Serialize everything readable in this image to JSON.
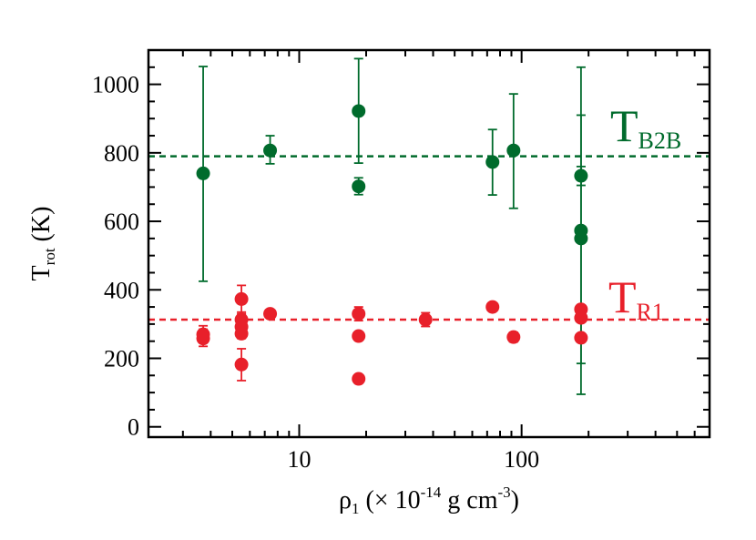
{
  "chart_data": {
    "type": "scatter",
    "title": "",
    "xlabel": {
      "base": "ρ",
      "sub": "1",
      "text1": " (× 10",
      "sup": "-14",
      "text2": " g cm",
      "sup2": "-3",
      "text3": ")"
    },
    "ylabel": {
      "base": "T",
      "sub": "rot",
      "text": "  (K)"
    },
    "xscale": "log",
    "xlim": [
      2.1,
      700
    ],
    "ylim": [
      -30,
      1100
    ],
    "x_tick_labels": [
      "10",
      "100"
    ],
    "x_ticks": [
      10,
      100
    ],
    "y_tick_labels": [
      "0",
      "200",
      "400",
      "600",
      "800",
      "1000"
    ],
    "y_ticks": [
      0,
      200,
      400,
      600,
      800,
      1000
    ],
    "grid": false,
    "colors": {
      "B2B": "#006b2c",
      "R1": "#e8202a"
    },
    "series": [
      {
        "key": "B2B",
        "label_base": "T",
        "label_sub": "B2B",
        "mean": 790,
        "points": [
          {
            "x": 3.7,
            "y": 740,
            "lo": 425,
            "hi": 1052
          },
          {
            "x": 7.4,
            "y": 807,
            "lo": 768,
            "hi": 850
          },
          {
            "x": 18.5,
            "y": 922,
            "lo": 770,
            "hi": 1075
          },
          {
            "x": 18.5,
            "y": 702,
            "lo": 678,
            "hi": 727
          },
          {
            "x": 74,
            "y": 773,
            "lo": 677,
            "hi": 868
          },
          {
            "x": 92,
            "y": 807,
            "lo": 638,
            "hi": 972
          },
          {
            "x": 185,
            "y": 733,
            "lo": 705,
            "hi": 760
          },
          {
            "x": 185,
            "y": 573,
            "lo": 185,
            "hi": 910
          },
          {
            "x": 185,
            "y": 550,
            "lo": 95,
            "hi": 1050
          }
        ]
      },
      {
        "key": "R1",
        "label_base": "T",
        "label_sub": "R1",
        "mean": 313,
        "points": [
          {
            "x": 3.7,
            "y": 270,
            "lo": 245,
            "hi": 295
          },
          {
            "x": 3.7,
            "y": 258,
            "lo": 235,
            "hi": 285
          },
          {
            "x": 5.5,
            "y": 373,
            "lo": 335,
            "hi": 413
          },
          {
            "x": 5.5,
            "y": 313,
            "lo": 295,
            "hi": 330
          },
          {
            "x": 5.5,
            "y": 292,
            "lo": 278,
            "hi": 306
          },
          {
            "x": 5.5,
            "y": 272,
            "lo": 258,
            "hi": 288
          },
          {
            "x": 5.5,
            "y": 182,
            "lo": 135,
            "hi": 228
          },
          {
            "x": 7.4,
            "y": 330,
            "lo": 320,
            "hi": 340
          },
          {
            "x": 18.5,
            "y": 330,
            "lo": 310,
            "hi": 350
          },
          {
            "x": 18.5,
            "y": 265,
            "lo": 258,
            "hi": 272
          },
          {
            "x": 18.5,
            "y": 140,
            "lo": 133,
            "hi": 147
          },
          {
            "x": 37,
            "y": 313,
            "lo": 293,
            "hi": 333
          },
          {
            "x": 74,
            "y": 350,
            "lo": 343,
            "hi": 357
          },
          {
            "x": 92,
            "y": 262,
            "lo": 248,
            "hi": 276
          },
          {
            "x": 185,
            "y": 343,
            "lo": 336,
            "hi": 350
          },
          {
            "x": 185,
            "y": 318,
            "lo": 311,
            "hi": 325
          },
          {
            "x": 185,
            "y": 260,
            "lo": 253,
            "hi": 267
          }
        ]
      }
    ]
  }
}
